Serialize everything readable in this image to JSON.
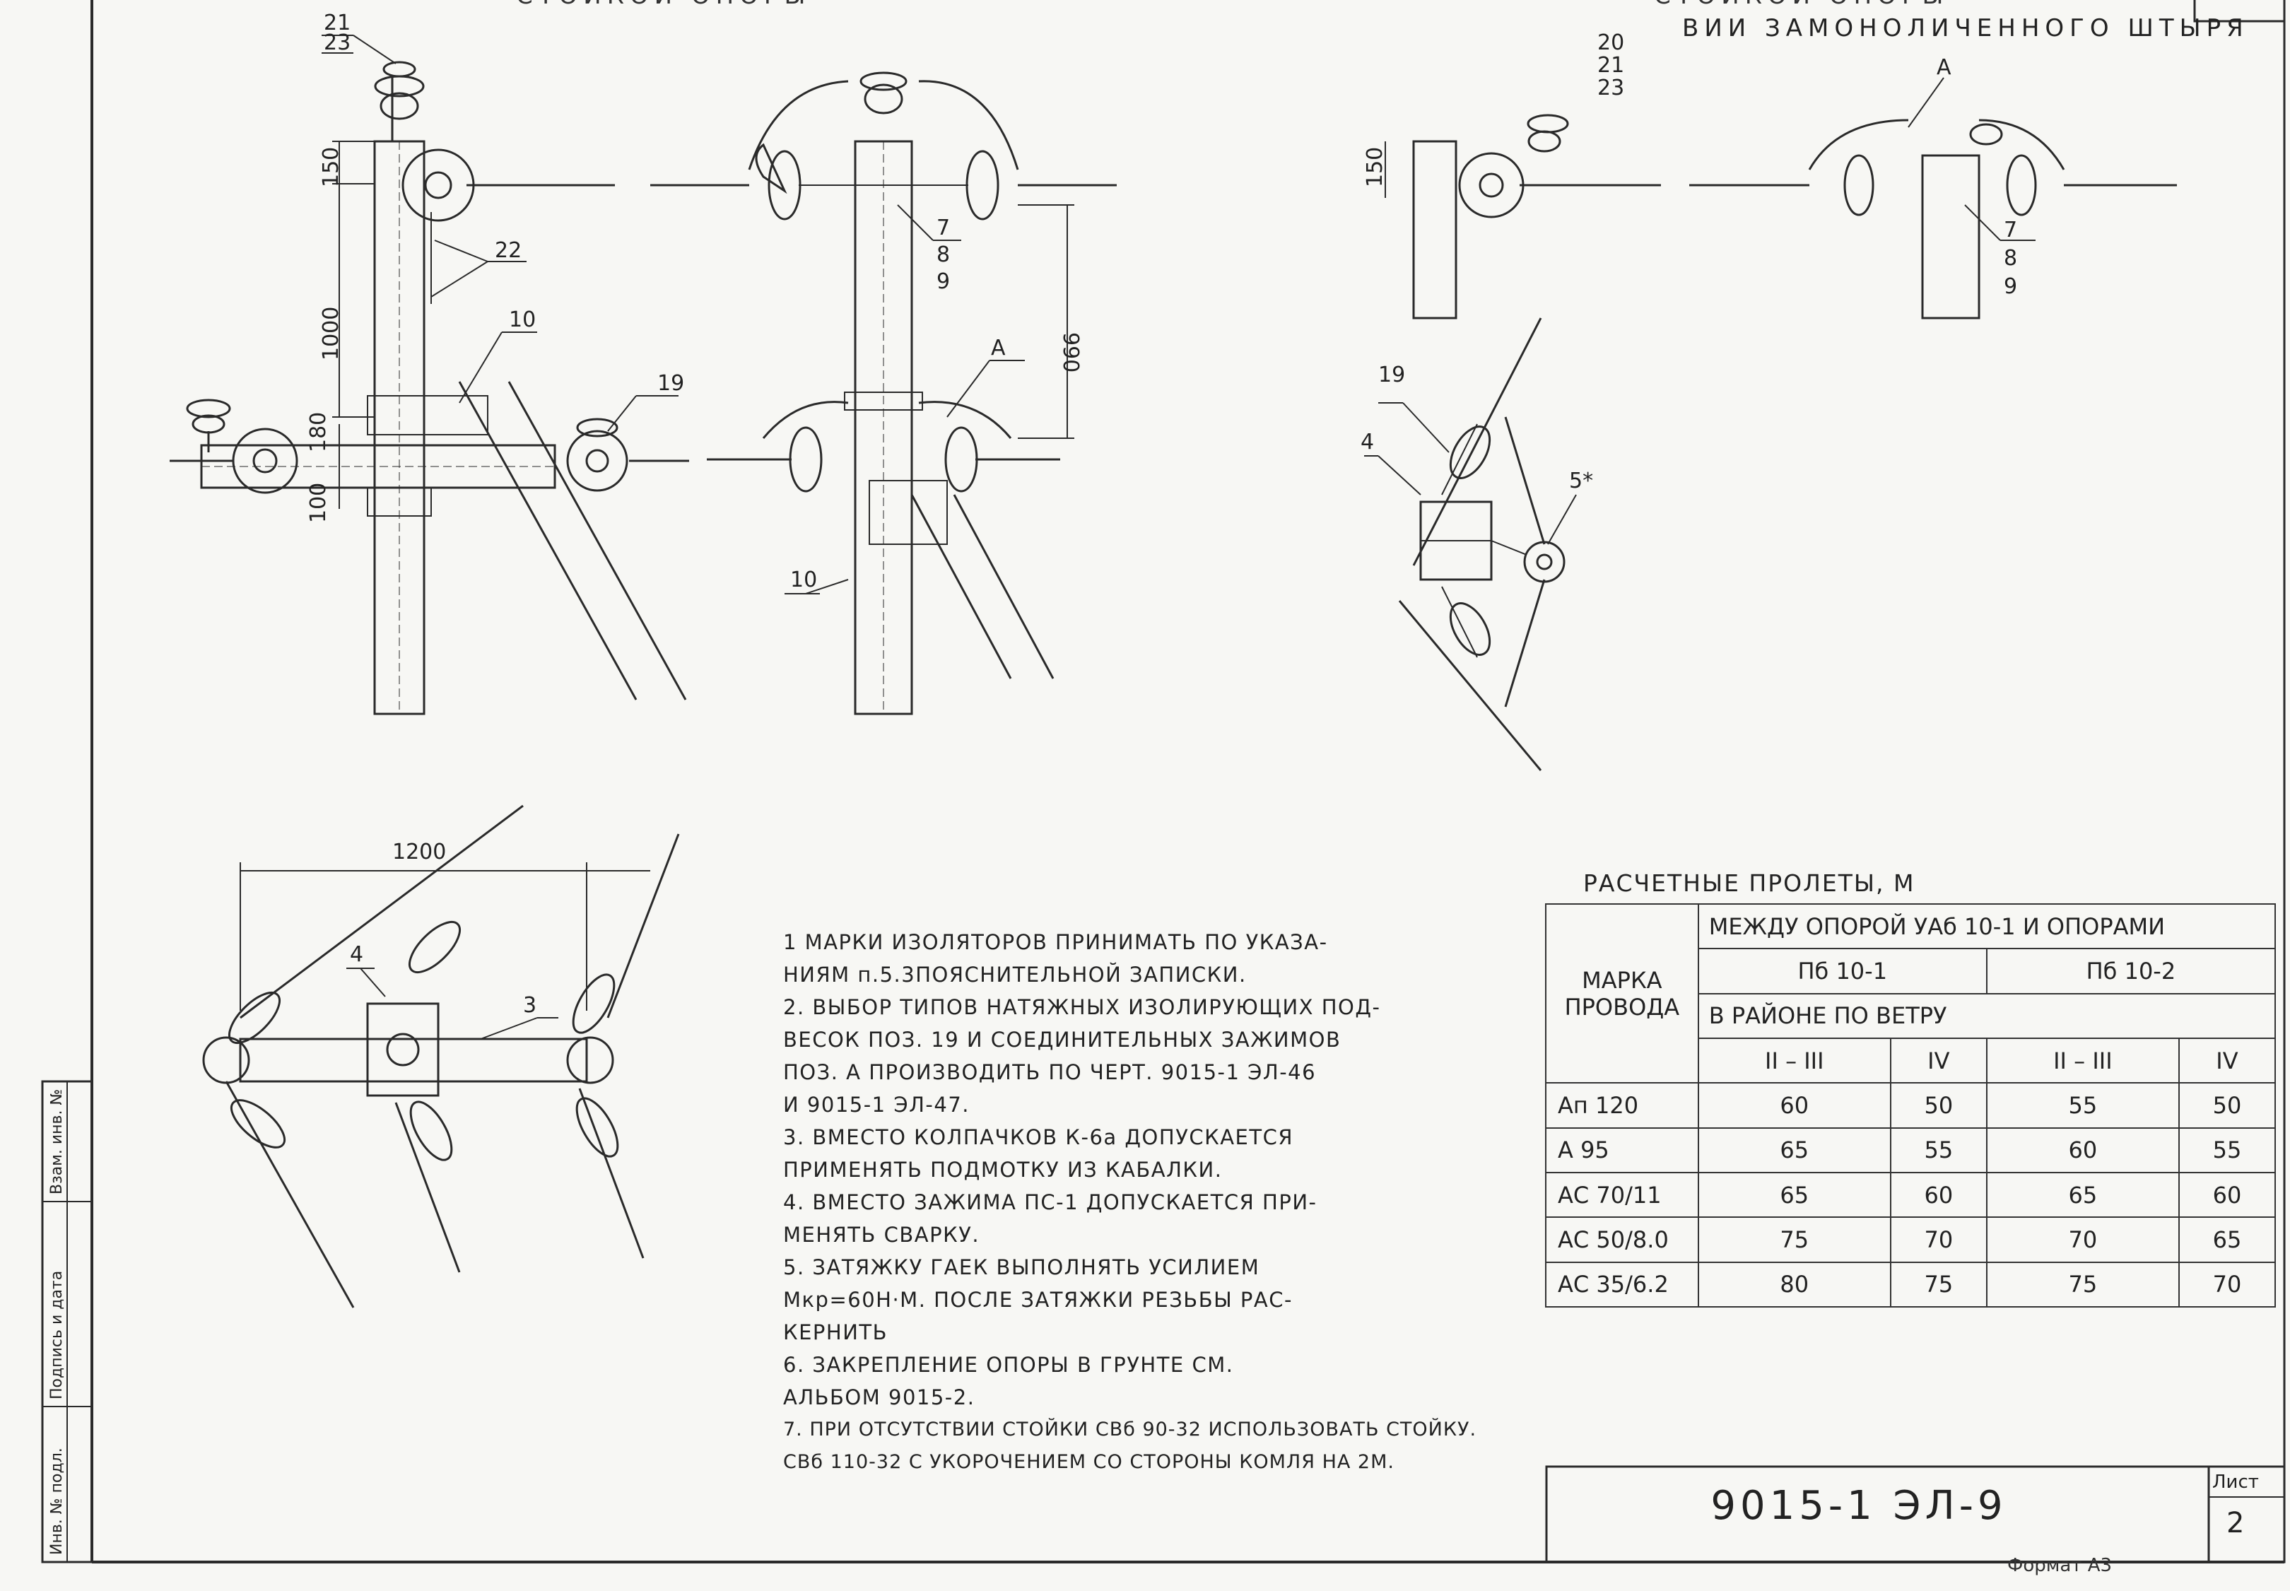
{
  "captions": {
    "top_left": "СТОЙКОЙ ОПОРЫ",
    "top_right_1": "СТОЙКОЙ ОПОРЫ",
    "top_right_2": "ВИИ ЗАМОНОЛИЧЕННОГО ШТЫРЯ"
  },
  "callouts": {
    "c21": "21",
    "c23": "23",
    "c22": "22",
    "c10": "10",
    "c19": "19",
    "c7": "7",
    "c8": "8",
    "c9": "9",
    "cA": "А",
    "c20": "20",
    "c4": "4",
    "c5": "5*",
    "c3": "3"
  },
  "dimensions": {
    "d150": "150",
    "d1000": "1000",
    "d180": "180",
    "d100": "100",
    "d990": "990",
    "d1200": "1200"
  },
  "notes": [
    "1 МАРКИ ИЗОЛЯТОРОВ ПРИНИМАТЬ ПО УКАЗА-",
    "НИЯМ п.5.3ПОЯСНИТЕЛЬНОЙ ЗАПИСКИ.",
    "2. ВЫБОР ТИПОВ НАТЯЖНЫХ ИЗОЛИРУЮЩИХ ПОД-",
    "ВЕСОК ПОЗ. 19 И СОЕДИНИТЕЛЬНЫХ ЗАЖИМОВ",
    "ПОЗ. А ПРОИЗВОДИТЬ ПО ЧЕРТ. 9015-1 ЭЛ-46",
    "И 9015-1 ЭЛ-47.",
    "3. ВМЕСТО КОЛПАЧКОВ К-6а ДОПУСКАЕТСЯ",
    "ПРИМЕНЯТЬ ПОДМОТКУ ИЗ КАБАЛКИ.",
    "4. ВМЕСТО ЗАЖИМА ПС-1 ДОПУСКАЕТСЯ ПРИ-",
    "МЕНЯТЬ СВАРКУ.",
    "5. ЗАТЯЖКУ ГАЕК ВЫПОЛНЯТЬ УСИЛИЕМ",
    "Мкр=60Н·М. ПОСЛЕ ЗАТЯЖКИ РЕЗЬБЫ РАС-",
    "КЕРНИТЬ",
    "6. ЗАКРЕПЛЕНИЕ ОПОРЫ В ГРУНТЕ СМ.",
    "АЛЬБОМ 9015-2.",
    "7. ПРИ ОТСУТСТВИИ СТОЙКИ СВб 90-32 ИСПОЛЬЗОВАТЬ СТОЙКУ.",
    "СВб 110-32 С УКОРОЧЕНИЕМ СО СТОРОНЫ КОМЛЯ НА 2М."
  ],
  "table": {
    "title": "РАСЧЕТНЫЕ ПРОЛЕТЫ, М",
    "col_marka": "МАРКА",
    "col_provoda": "ПРОВОДА",
    "span_header": "МЕЖДУ ОПОРОЙ УАб 10-1 И ОПОРАМИ",
    "group_1": "Пб 10-1",
    "group_2": "Пб 10-2",
    "wind_header": "В РАЙОНЕ ПО ВЕТРУ",
    "wind_1": "II – III",
    "wind_2": "IV",
    "wind_3": "II – III",
    "wind_4": "IV",
    "rows": [
      {
        "mark": "Ап 120",
        "v": [
          "60",
          "50",
          "55",
          "50"
        ]
      },
      {
        "mark": "А 95",
        "v": [
          "65",
          "55",
          "60",
          "55"
        ]
      },
      {
        "mark": "АС 70/11",
        "v": [
          "65",
          "60",
          "65",
          "60"
        ]
      },
      {
        "mark": "АС 50/8.0",
        "v": [
          "75",
          "70",
          "70",
          "65"
        ]
      },
      {
        "mark": "АС 35/6.2",
        "v": [
          "80",
          "75",
          "75",
          "70"
        ]
      }
    ]
  },
  "stamp": {
    "code": "9015-1 ЭЛ-9",
    "sheet_label": "Лист",
    "sheet_no": "2",
    "format": "Формат А3"
  },
  "side_labels": {
    "inv_podl": "Инв. № подл.",
    "podpis": "Подпись и дата",
    "vzam": "Взам. инв. №"
  }
}
